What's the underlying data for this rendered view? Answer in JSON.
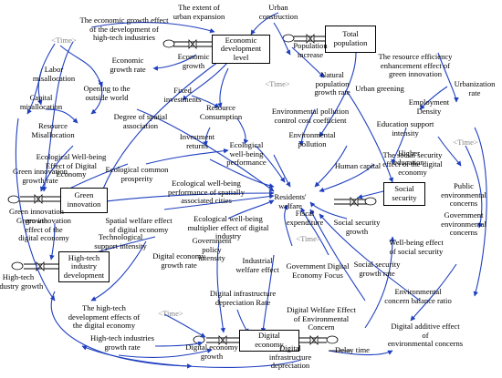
{
  "shadow_label": "<Time>",
  "stocks": {
    "econ_level": "Economic\ndevelopment\nlevel",
    "total_population": "Total\npopulation",
    "green_innovation": "Green\ninnovation",
    "social_security": "Social\nsecurity",
    "high_tech": "High-tech\nindustry\ndevelopment",
    "digital_economy": "Digital\neconomy"
  },
  "variables": {
    "extent_urban_expansion": "The extent of\nurban expansion",
    "urban_construction": "Urban\nconstruction",
    "econ_growth_effect_hightech": "The economic growth effect\nof the development of\nhigh-tech industries",
    "economic_growth": "Economic\ngrowth",
    "economic_growth_rate": "Economic\ngrowth rate",
    "labor_misallocation": "Labor\nmisallocation",
    "capital_misallocation": "Capital\nmisallocation",
    "resource_misallocation": "Resource\nMisallocation",
    "opening_outside": "Opening to the\noutside world",
    "fixed_investments": "Fixed\ninvestments",
    "degree_spatial": "Degree of spatial\nassociation",
    "resource_consumption": "Resource\nConsumption",
    "investment_returns": "Investment\nreturns",
    "population_increase": "Population\nincrease",
    "natural_pop_growth": "Natural\npopulation\ngrowth rate",
    "resource_efficiency": "The resource efficiency\nenhancement effect of\ngreen innovation",
    "urbanization_rate": "Urbanization\nrate",
    "urban_greening": "Urban greening",
    "employment_density": "Employment\nDensity",
    "env_pollution_control": "Environmental pollution\ncontrol cost coefficient",
    "env_pollution": "Environmental\npollution",
    "education_support": "Education support\nintensity",
    "higher_education": "Higher\neducation",
    "human_capital": "Human capital",
    "ecological_wb_performance": "Ecological\nwell-being\nperformance",
    "eco_wb_digital": "Ecological Well-being\nEffect of Digital\nEconomy",
    "eco_common_prosperity": "Ecological common\nprosperity",
    "green_innov_growth_rate": "Green innovation\ngrowth rate",
    "eco_wb_spatial": "Ecological well-being\nperformance of spatially\nassociated cities",
    "social_security_effect_digital": "The social security\neffect of the digital\neconomy",
    "public_env_concerns": "Public\nenvironmental\nconcerns",
    "green_innov_growth": "Green innovation\ngrowth",
    "residents_welfare": "Residents'\nwelfare",
    "spatial_welfare": "Spatial welfare effect\nof digital economy",
    "eco_wb_multiplier": "Ecological well-being\nmultiplier effect of digital\nindustry",
    "fiscal_expenditure": "Fiscal\nexpenditure",
    "social_security_growth": "Social security\ngrowth",
    "gov_env_concerns": "Government\nenvironmental\nconcerns",
    "green_innov_effect_digital": "Green innovation\neffect of the\ndigital economy",
    "tech_support": "Technological\nsupport intensity",
    "gov_policy": "Government\npolicy\nintensity",
    "wellbeing_social_security": "Well-being effect\nof social security",
    "digital_econ_growth_rate": "Digital economy\ngrowth rate",
    "industrial_welfare": "Industrial\nwelfare effect",
    "gov_digital_focus": "Government Digital\nEconomy Focus",
    "social_security_growth_rate": "Social security\ngrowth rate",
    "hightech_growth": "High-tech\nindustry growth",
    "digital_infra_dep_rate": "Digital infrastructure\ndepreciation Rate",
    "env_concern_balance": "Environmental\nconcern balance ratio",
    "hightech_dev_effects": "The high-tech\ndevelopment effects of\nthe digital economy",
    "digital_welfare_env": "Digital Welfare Effect\nof Environmental\nConcern",
    "digital_additive_env": "Digital additive effect of\nenvironmental concerns",
    "hightech_growth_rate": "High-tech industries\ngrowth rate",
    "digital_econ_growth": "Digital economy\ngrowth",
    "digital_infra_dep": "Digital\ninfrastructure\ndepreciation",
    "delay_time": "Delay time"
  },
  "colors": {
    "ink": "#000000",
    "arrow": "#1f3fbf",
    "shadow": "#808080"
  }
}
